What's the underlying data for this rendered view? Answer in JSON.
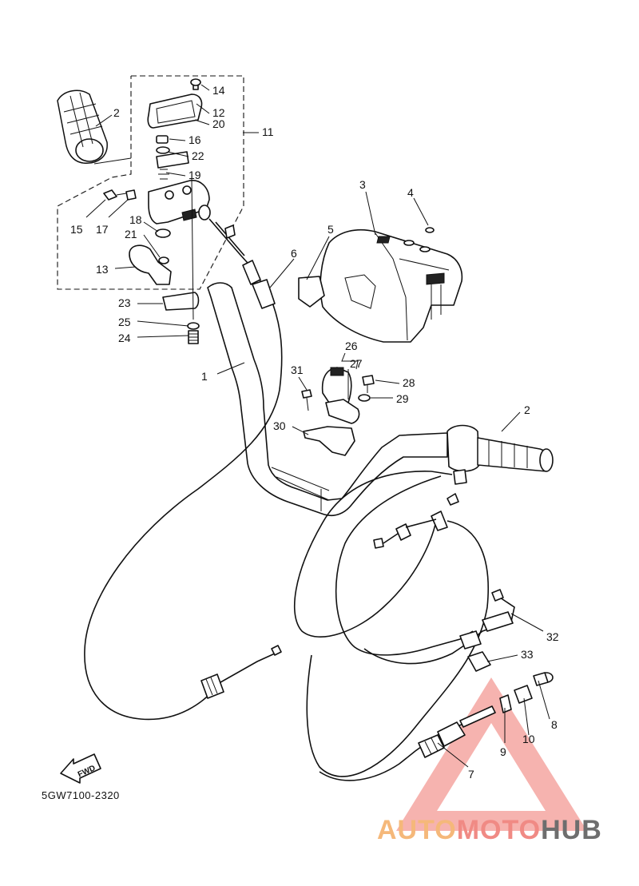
{
  "diagram": {
    "code": "5GW7100-2320",
    "fwd_label": "FWD",
    "callouts": [
      "1",
      "2",
      "2",
      "3",
      "4",
      "5",
      "6",
      "7",
      "8",
      "9",
      "10",
      "11",
      "12",
      "13",
      "14",
      "15",
      "16",
      "17",
      "18",
      "19",
      "20",
      "21",
      "22",
      "23",
      "24",
      "25",
      "26",
      "27",
      "28",
      "29",
      "30",
      "31",
      "32",
      "33"
    ]
  },
  "watermark": {
    "part1": "AUTO",
    "part2": "MOTO",
    "part3": "HUB",
    "colors": {
      "auto": "#f5b87a",
      "moto": "#f08a84",
      "hub": "#6e6e6e",
      "triangle": "#f39a94"
    }
  }
}
